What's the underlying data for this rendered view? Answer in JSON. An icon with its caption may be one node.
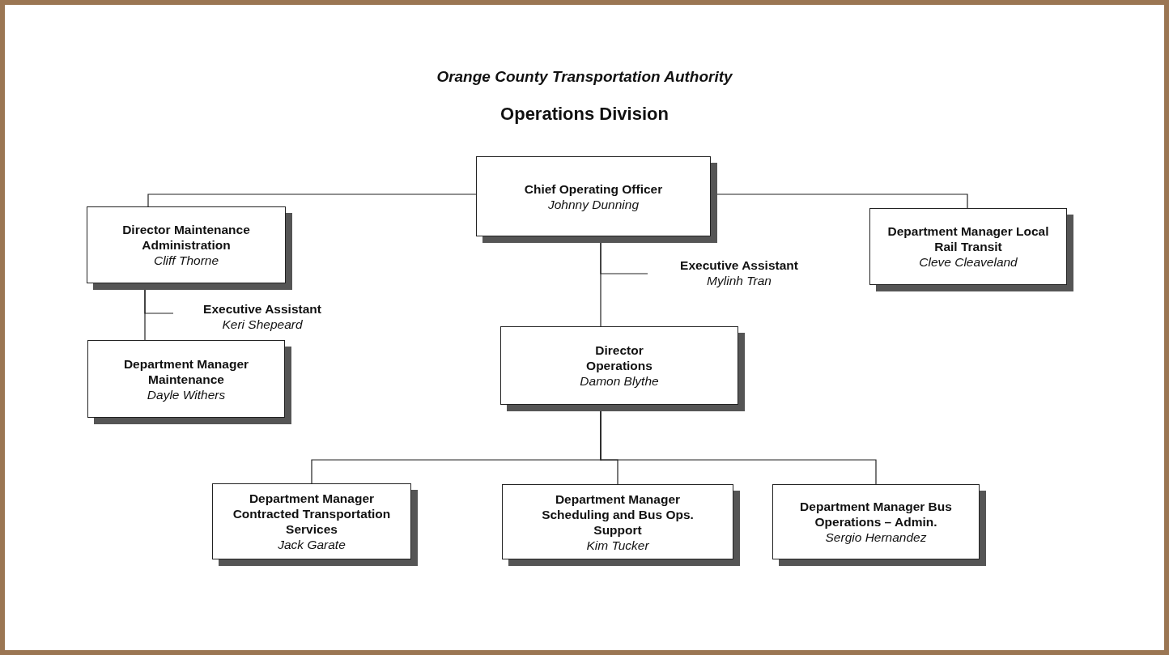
{
  "diagram": {
    "title": "Orange County Transportation Authority",
    "caption": "Operations Division",
    "nodes": [
      {
        "text": [
          "Chief Operating Officer",
          "Johnny Dunning"
        ]
      },
      {
        "text": [
          "Director Maintenance Administration",
          "Cliff Thorne"
        ]
      },
      {
        "text": [
          "Department Manager Local Rail Transit",
          "Cleve Cleaveland"
        ]
      },
      {
        "text": [
          "Executive Assistant",
          "Mylinh Tran"
        ]
      },
      {
        "text": [
          "Director Operations",
          "Damon Blythe"
        ]
      },
      {
        "text": [
          "Executive Assistant",
          "Keri Shepeard"
        ]
      },
      {
        "text": [
          "Department Manager Maintenance",
          "Dayle Withers"
        ]
      },
      {
        "text": [
          "Department Manager Contracted Transportation Services",
          "Jack Garate"
        ]
      },
      {
        "text": [
          "Department Manager Scheduling and Bus Ops. Support",
          "Kim Tucker"
        ]
      },
      {
        "text": [
          "Department Manager Bus Operations – Admin.",
          "Sergio Hernandez"
        ]
      }
    ],
    "edges": [
      {
        "from": 0,
        "to": 1,
        "arrow": "none"
      },
      {
        "from": 0,
        "to": 2,
        "arrow": "none"
      },
      {
        "from": 0,
        "to": 3,
        "arrow": "none"
      },
      {
        "from": 0,
        "to": 4,
        "arrow": "none"
      },
      {
        "from": 1,
        "to": 5,
        "arrow": "none"
      },
      {
        "from": 1,
        "to": 6,
        "arrow": "none"
      },
      {
        "from": 4,
        "to": 7,
        "arrow": "none"
      },
      {
        "from": 4,
        "to": 8,
        "arrow": "none"
      },
      {
        "from": 4,
        "to": 9,
        "arrow": "none"
      }
    ]
  }
}
